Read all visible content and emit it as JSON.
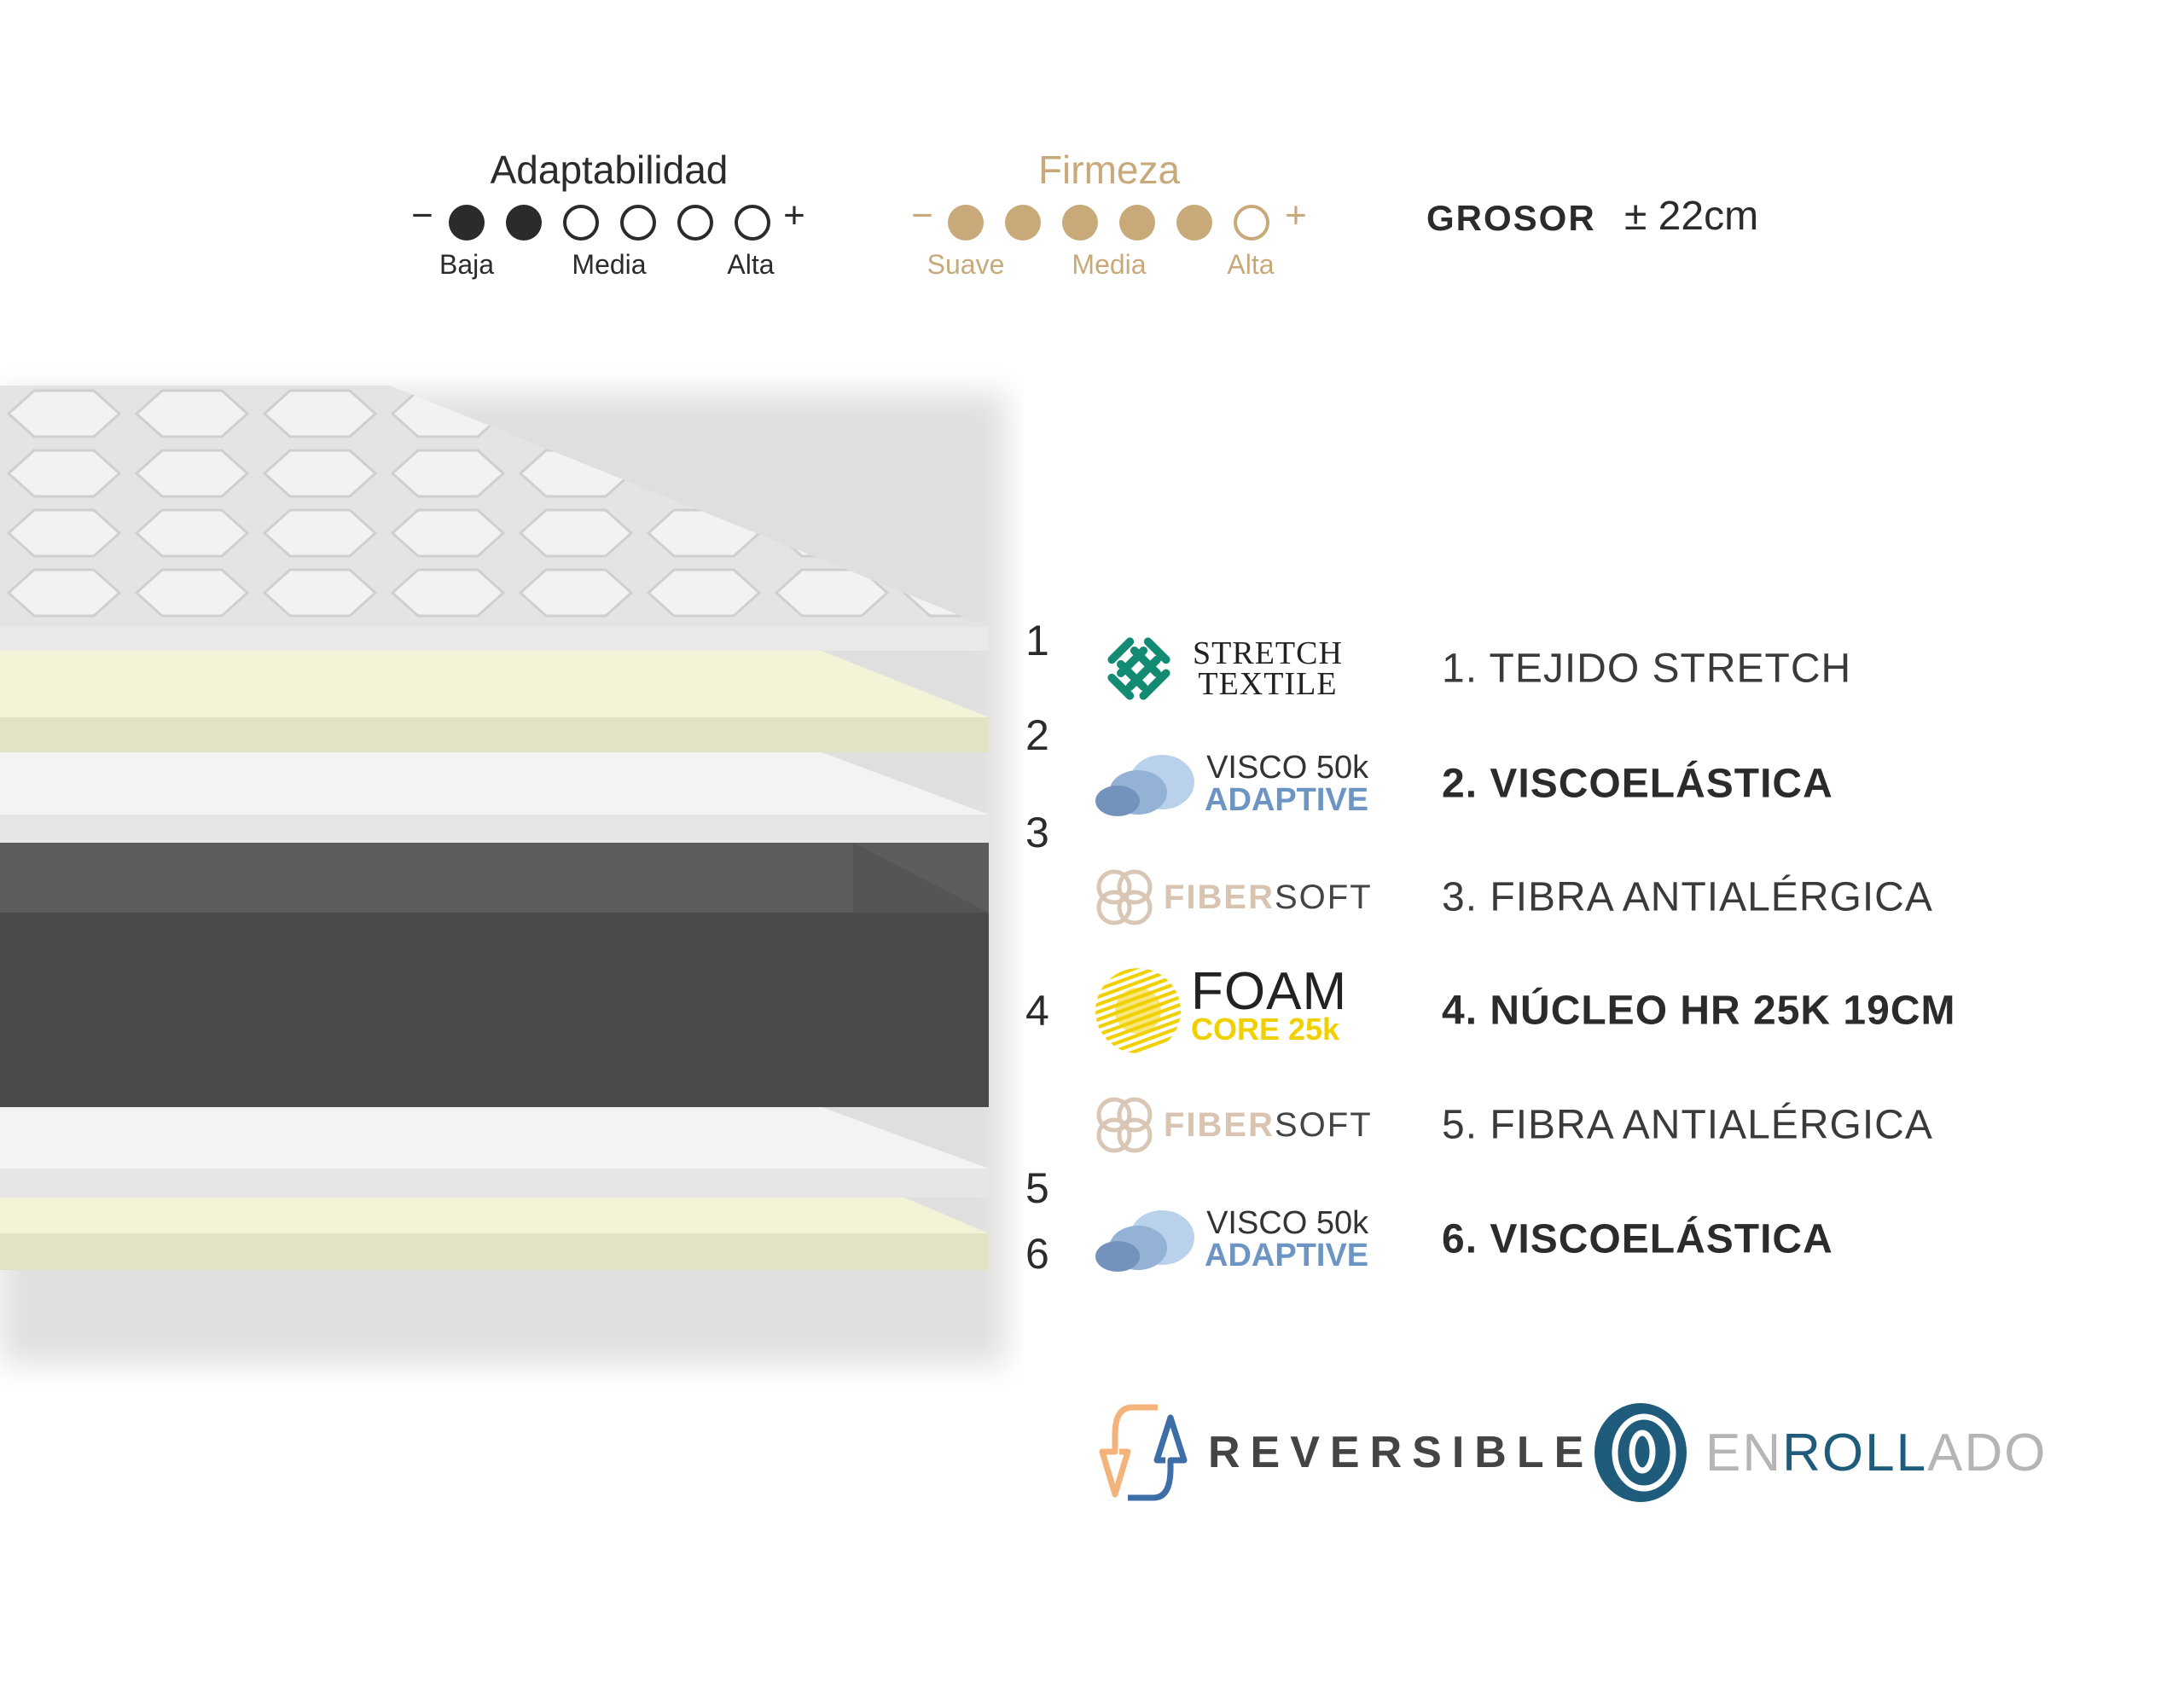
{
  "adaptability": {
    "title": "Adaptabilidad",
    "minus": "−",
    "plus": "+",
    "filled": 2,
    "total": 6,
    "labels": [
      "Baja",
      "Media",
      "Alta"
    ],
    "color": "#2b2b2b"
  },
  "firmness": {
    "title": "Firmeza",
    "minus": "−",
    "plus": "+",
    "filled": 5,
    "total": 6,
    "labels": [
      "Suave",
      "Media",
      "Alta"
    ],
    "color": "#c8aa7a"
  },
  "thickness": {
    "label": "GROSOR",
    "value": "± 22cm"
  },
  "layers": [
    {
      "number": "1",
      "logo_line1": "STRETCH",
      "logo_line2": "TEXTILE",
      "label": "1. TEJIDO STRETCH",
      "bold": false
    },
    {
      "number": "2",
      "logo_line1": "VISCO 50k",
      "logo_line2": "ADAPTIVE",
      "label": "2. VISCOELÁSTICA",
      "bold": true
    },
    {
      "number": "3",
      "logo_line1": "FIBER",
      "logo_line2": "SOFT",
      "label": "3. FIBRA ANTIALÉRGICA",
      "bold": false
    },
    {
      "number": "4",
      "logo_line1": "FOAM",
      "logo_line2": "CORE 25k",
      "label": "4. NÚCLEO HR 25K 19CM",
      "bold": true
    },
    {
      "number": "5",
      "logo_line1": "FIBER",
      "logo_line2": "SOFT",
      "label": "5. FIBRA ANTIALÉRGICA",
      "bold": false
    },
    {
      "number": "6",
      "logo_line1": "VISCO 50k",
      "logo_line2": "ADAPTIVE",
      "label": "6. VISCOELÁSTICA",
      "bold": true
    }
  ],
  "badges": {
    "reversible": "REVERSIBLE",
    "enrollado_1": "EN",
    "enrollado_2": "ROLL",
    "enrollado_3": "ADO"
  }
}
